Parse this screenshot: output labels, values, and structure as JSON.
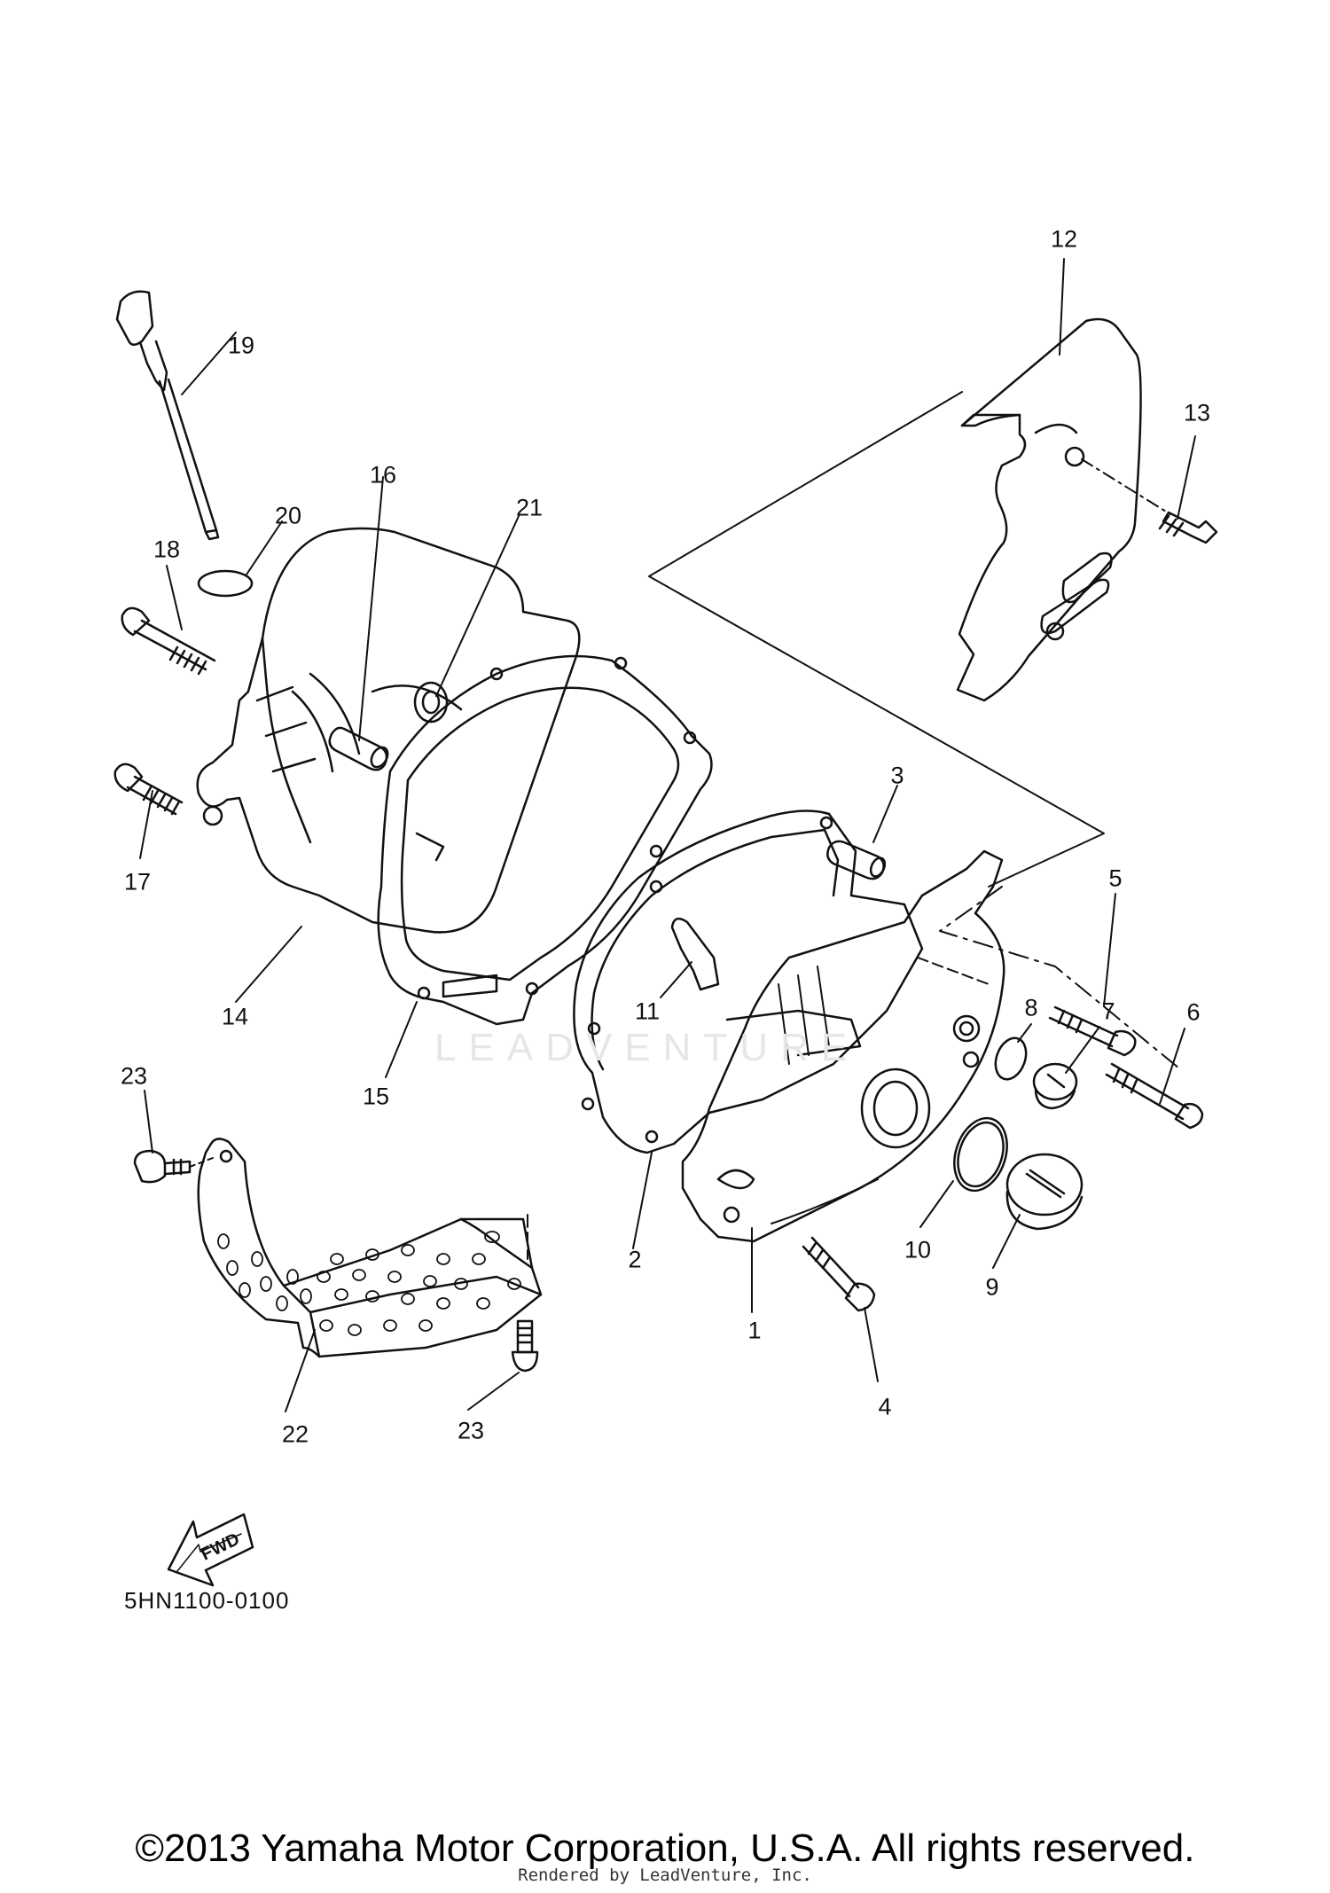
{
  "diagram_code": "5HN1100-0100",
  "copyright": "©2013 Yamaha Motor Corporation, U.S.A. All rights reserved.",
  "rendered_by": "Rendered by LeadVenture, Inc.",
  "watermark": "LEADVENTURE",
  "fwd_label": "FWD",
  "callouts": [
    "1",
    "2",
    "3",
    "4",
    "5",
    "6",
    "7",
    "8",
    "9",
    "10",
    "11",
    "12",
    "13",
    "14",
    "15",
    "16",
    "17",
    "18",
    "19",
    "20",
    "21",
    "22",
    "23",
    "23"
  ]
}
